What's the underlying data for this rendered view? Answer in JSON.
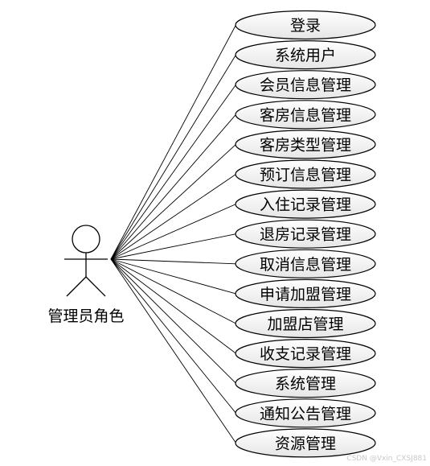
{
  "actor": {
    "label": "管理员角色"
  },
  "use_cases": [
    "登录",
    "系统用户",
    "会员信息管理",
    "客房信息管理",
    "客房类型管理",
    "预订信息管理",
    "入住记录管理",
    "退房记录管理",
    "取消信息管理",
    "申请加盟管理",
    "加盟店管理",
    "收支记录管理",
    "系统管理",
    "通知公告管理",
    "资源管理"
  ],
  "watermark": "CSDN @Vxin_CXSJ881",
  "colors": {
    "stroke": "#000000",
    "ellipse_fill_top": "#ffffff",
    "ellipse_fill_bottom": "#e6e6e6"
  }
}
